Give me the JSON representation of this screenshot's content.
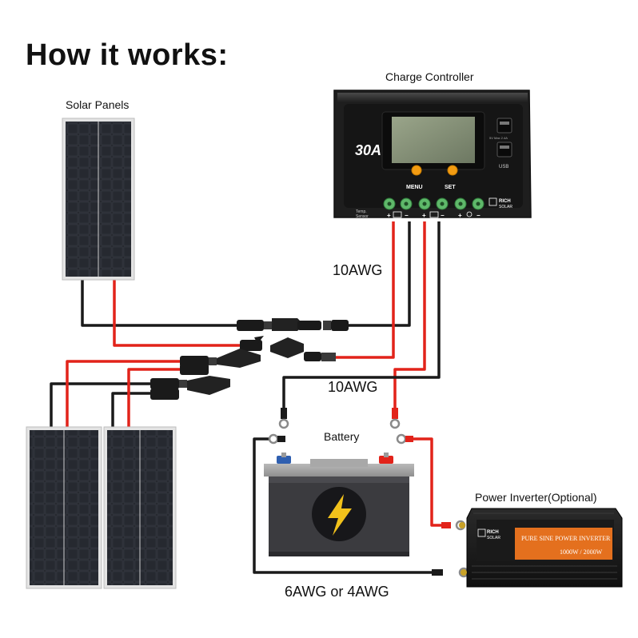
{
  "title": "How it works:",
  "labels": {
    "charge_controller": "Charge Controller",
    "solar_panels": "Solar Panels",
    "battery": "Battery",
    "inverter": "Power Inverter(Optional)",
    "wire_top": "10AWG",
    "wire_mid": "10AWG",
    "wire_bottom": "6AWG or 4AWG"
  },
  "controller": {
    "rating": "30A",
    "menu_label": "MENU",
    "set_label": "SET",
    "usb_label": "USB",
    "usb_spec": "5V Max 2.4A",
    "brand_line1": "RICH",
    "brand_line2": "SOLAR",
    "temp_label_1": "Temp.",
    "temp_label_2": "Sensor"
  },
  "inverter": {
    "brand_line1": "RICH",
    "brand_line2": "SOLAR",
    "model": "PURE SINE POWER INVERTER",
    "power": "1000W / 2000W"
  },
  "colors": {
    "positive_wire": "#e2231a",
    "negative_wire": "#1a1a1a",
    "controller_body": "#1e1e1e",
    "terminal_green": "#5fb86a",
    "knob_orange": "#f39c12",
    "battery_body": "#3b3b3f",
    "bolt_yellow": "#f2c21b",
    "inverter_orange": "#e4701e"
  }
}
